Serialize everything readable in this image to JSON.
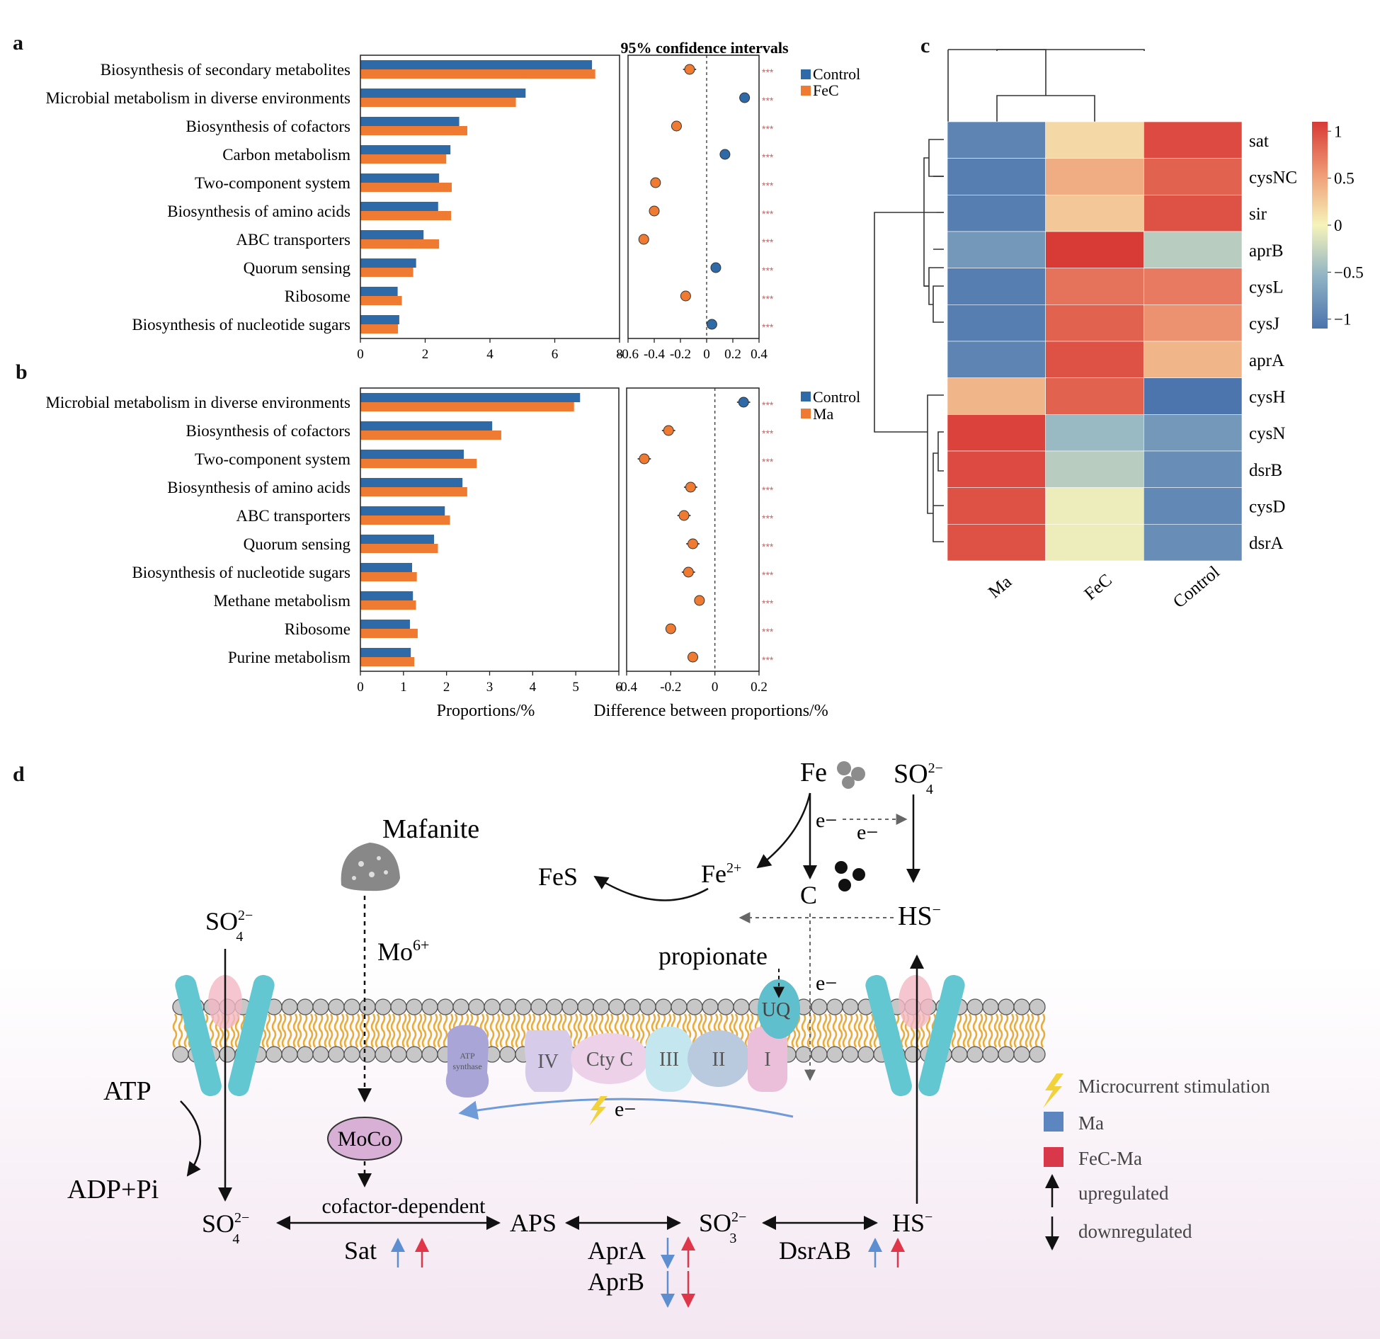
{
  "colors": {
    "control": "#2f6aa8",
    "treat": "#ee7b31",
    "sig": "#e05858",
    "ma": "#5b86c0",
    "fecma": "#d8384a",
    "membrane_bead": "#bdbdbd",
    "tail": "#e7ad3c",
    "channel": "#63c7d2",
    "heat_low": "#4c74ad",
    "heat_mid": "#f6f3ba",
    "heat_high": "#d83a36"
  },
  "panel_a": {
    "letter": "a",
    "ci_title": "95% confidence intervals",
    "legend": [
      "Control",
      "FeC"
    ],
    "categories": [
      "Biosynthesis of secondary metabolites",
      "Microbial metabolism in diverse environments",
      "Biosynthesis of cofactors",
      "Carbon metabolism",
      "Two-component system",
      "Biosynthesis of amino acids",
      "ABC transporters",
      "Quorum sensing",
      "Ribosome",
      "Biosynthesis of nucleotide sugars"
    ],
    "sig": "***",
    "x_ticks": [
      "0",
      "2",
      "4",
      "6",
      "8"
    ],
    "ci_ticks": [
      "-0.6",
      "-0.4",
      "-0.2",
      "0",
      "0.2",
      "0.4"
    ]
  },
  "panel_b": {
    "letter": "b",
    "legend": [
      "Control",
      "Ma"
    ],
    "categories": [
      "Microbial metabolism in diverse environments",
      "Biosynthesis of cofactors",
      "Two-component system",
      "Biosynthesis of amino acids",
      "ABC transporters",
      "Quorum sensing",
      "Biosynthesis of nucleotide sugars",
      "Methane metabolism",
      "Ribosome",
      "Purine metabolism"
    ],
    "sig": "***",
    "x_ticks": [
      "0",
      "1",
      "2",
      "3",
      "4",
      "5",
      "6"
    ],
    "ci_ticks": [
      "-0.4",
      "-0.2",
      "0",
      "0.2"
    ],
    "xlabel": "Proportions/%",
    "ci_xlabel": "Difference between proportions/%"
  },
  "panel_c": {
    "letter": "c",
    "rows": [
      "sat",
      "cysNC",
      "sir",
      "aprB",
      "cysL",
      "cysJ",
      "aprA",
      "cysH",
      "cysN",
      "dsrB",
      "cysD",
      "dsrA"
    ],
    "cols": [
      "Ma",
      "FeC",
      "Control"
    ],
    "colorbar_ticks": [
      "1",
      "0.5",
      "0",
      "−0.5",
      "−1"
    ]
  },
  "panel_d": {
    "letter": "d",
    "fe": "Fe",
    "so4_sub": "4",
    "so4_sup": "2−",
    "so3_sub": "3",
    "e_minus": "e−",
    "mafanite": "Mafanite",
    "fes": "FeS",
    "fe2": "Fe",
    "fe2_sup": "2+",
    "c": "C",
    "hs": "HS",
    "hs_sup": "−",
    "mo": "Mo",
    "mo_sup": "6+",
    "propionate": "propionate",
    "uq": "UQ",
    "atp": "ATP",
    "adp": "ADP+Pi",
    "atp_synthase_1": "ATP",
    "atp_synthase_2": "synthase",
    "complexes": [
      "IV",
      "Cty C",
      "III",
      "II",
      "I"
    ],
    "moco": "MoCo",
    "cofactor": "cofactor-dependent",
    "so4": "SO",
    "aps": "APS",
    "so3": "SO",
    "sat": "Sat",
    "apra": "AprA",
    "aprb": "AprB",
    "dsrab": "DsrAB",
    "legend": {
      "micro": "Microcurrent stimulation",
      "ma": "Ma",
      "fecma": "FeC-Ma",
      "up": "upregulated",
      "down": "downregulated"
    }
  },
  "chart_data": [
    {
      "type": "bar",
      "panel": "a",
      "categories": [
        "Biosynthesis of secondary metabolites",
        "Microbial metabolism in diverse environments",
        "Biosynthesis of cofactors",
        "Carbon metabolism",
        "Two-component system",
        "Biosynthesis of amino acids",
        "ABC transporters",
        "Quorum sensing",
        "Ribosome",
        "Biosynthesis of nucleotide sugars"
      ],
      "series": [
        {
          "name": "Control",
          "values": [
            7.15,
            5.1,
            3.05,
            2.78,
            2.43,
            2.4,
            1.95,
            1.72,
            1.15,
            1.2
          ]
        },
        {
          "name": "FeC",
          "values": [
            7.25,
            4.8,
            3.3,
            2.65,
            2.82,
            2.8,
            2.43,
            1.63,
            1.28,
            1.16
          ]
        }
      ],
      "xlim": [
        0,
        8
      ],
      "xlabel": "Proportions/%"
    },
    {
      "type": "scatter",
      "panel": "a",
      "title": "95% confidence intervals",
      "categories": [
        "Biosynthesis of secondary metabolites",
        "Microbial metabolism in diverse environments",
        "Biosynthesis of cofactors",
        "Carbon metabolism",
        "Two-component system",
        "Biosynthesis of amino acids",
        "ABC transporters",
        "Quorum sensing",
        "Ribosome",
        "Biosynthesis of nucleotide sugars"
      ],
      "difference": [
        -0.13,
        0.29,
        -0.23,
        0.14,
        -0.39,
        -0.4,
        -0.48,
        0.07,
        -0.16,
        0.04
      ],
      "ci_halfwidth": [
        0.05,
        0.04,
        0.03,
        0.03,
        0.03,
        0.03,
        0.03,
        0.03,
        0.03,
        0.03
      ],
      "higher_in": [
        "FeC",
        "Control",
        "FeC",
        "Control",
        "FeC",
        "FeC",
        "FeC",
        "Control",
        "FeC",
        "Control"
      ],
      "significance": [
        "***",
        "***",
        "***",
        "***",
        "***",
        "***",
        "***",
        "***",
        "***",
        "***"
      ],
      "xlim": [
        -0.6,
        0.4
      ]
    },
    {
      "type": "bar",
      "panel": "b",
      "categories": [
        "Microbial metabolism in diverse environments",
        "Biosynthesis of cofactors",
        "Two-component system",
        "Biosynthesis of amino acids",
        "ABC transporters",
        "Quorum sensing",
        "Biosynthesis of nucleotide sugars",
        "Methane metabolism",
        "Ribosome",
        "Purine metabolism"
      ],
      "series": [
        {
          "name": "Control",
          "values": [
            5.1,
            3.06,
            2.4,
            2.37,
            1.96,
            1.71,
            1.2,
            1.22,
            1.15,
            1.17
          ]
        },
        {
          "name": "Ma",
          "values": [
            4.96,
            3.27,
            2.7,
            2.48,
            2.08,
            1.8,
            1.31,
            1.29,
            1.33,
            1.25
          ]
        }
      ],
      "xlim": [
        0,
        6
      ],
      "xlabel": "Proportions/%"
    },
    {
      "type": "scatter",
      "panel": "b",
      "categories": [
        "Microbial metabolism in diverse environments",
        "Biosynthesis of cofactors",
        "Two-component system",
        "Biosynthesis of amino acids",
        "ABC transporters",
        "Quorum sensing",
        "Biosynthesis of nucleotide sugars",
        "Methane metabolism",
        "Ribosome",
        "Purine metabolism"
      ],
      "difference": [
        0.13,
        -0.21,
        -0.32,
        -0.11,
        -0.14,
        -0.1,
        -0.12,
        -0.07,
        -0.2,
        -0.1
      ],
      "ci_halfwidth": [
        0.03,
        0.03,
        0.03,
        0.03,
        0.03,
        0.03,
        0.03,
        0.02,
        0.02,
        0.02
      ],
      "higher_in": [
        "Control",
        "Ma",
        "Ma",
        "Ma",
        "Ma",
        "Ma",
        "Ma",
        "Ma",
        "Ma",
        "Ma"
      ],
      "significance": [
        "***",
        "***",
        "***",
        "***",
        "***",
        "***",
        "***",
        "***",
        "***",
        "***"
      ],
      "xlim": [
        -0.4,
        0.2
      ],
      "xlabel": "Difference between proportions/%"
    },
    {
      "type": "heatmap",
      "panel": "c",
      "rows": [
        "sat",
        "cysNC",
        "sir",
        "aprB",
        "cysL",
        "cysJ",
        "aprA",
        "cysH",
        "cysN",
        "dsrB",
        "cysD",
        "dsrA"
      ],
      "cols": [
        "Ma",
        "FeC",
        "Control"
      ],
      "values": [
        [
          -0.95,
          0.15,
          1.0
        ],
        [
          -1.0,
          0.4,
          0.85
        ],
        [
          -1.0,
          0.25,
          0.95
        ],
        [
          -0.75,
          1.1,
          -0.3
        ],
        [
          -1.0,
          0.75,
          0.7
        ],
        [
          -1.0,
          0.85,
          0.55
        ],
        [
          -0.95,
          0.95,
          0.35
        ],
        [
          0.35,
          0.85,
          -1.1
        ],
        [
          1.05,
          -0.45,
          -0.75
        ],
        [
          1.0,
          -0.3,
          -0.85
        ],
        [
          0.95,
          -0.05,
          -0.9
        ],
        [
          0.95,
          -0.05,
          -0.85
        ]
      ],
      "colorbar_ticks": [
        1,
        0.5,
        0,
        -0.5,
        -1
      ],
      "clim": [
        -1.1,
        1.1
      ]
    }
  ]
}
